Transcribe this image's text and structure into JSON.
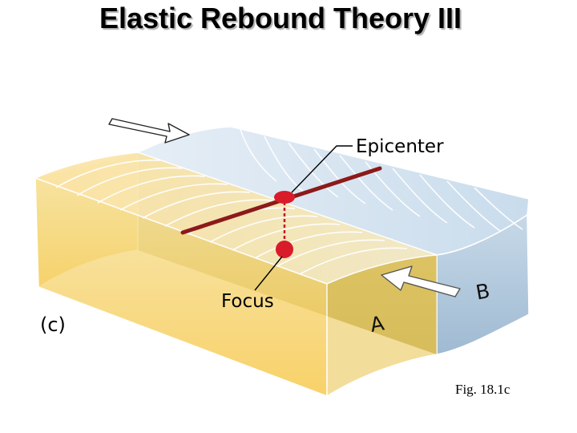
{
  "title": "Elastic Rebound Theory III",
  "labels": {
    "epicenter": "Epicenter",
    "focus": "Focus",
    "panel": "(c)",
    "block_a": "A",
    "block_b": "B"
  },
  "caption": "Fig. 18.1c",
  "colors": {
    "block_a_fill": "#f6cf6a",
    "block_b_fill": "#c3d6e6",
    "fault_plane": "#c9b869",
    "fault_line": "#8c1a1a",
    "marker": "#d81c2a"
  }
}
